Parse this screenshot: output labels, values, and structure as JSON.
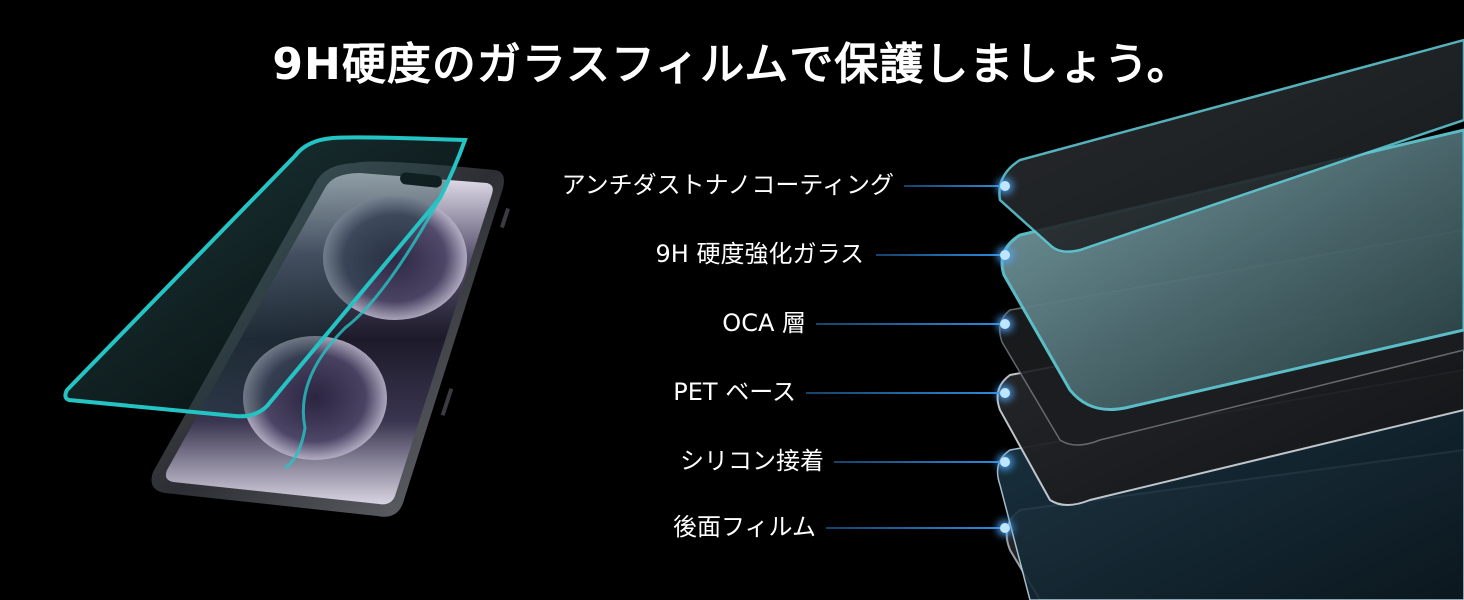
{
  "headline": "9H硬度のガラスフィルムで保護しましょう。",
  "layers": [
    {
      "label": "アンチダストナノコーティング"
    },
    {
      "label": "9H 硬度強化ガラス"
    },
    {
      "label": "OCA 層"
    },
    {
      "label": "PET ベース"
    },
    {
      "label": "シリコン接着"
    },
    {
      "label": "後面フィルム"
    }
  ],
  "colors": {
    "background": "#000000",
    "text": "#ffffff",
    "accent_cyan": "#25c4c4",
    "leader_blue": "#2f8ce0"
  }
}
